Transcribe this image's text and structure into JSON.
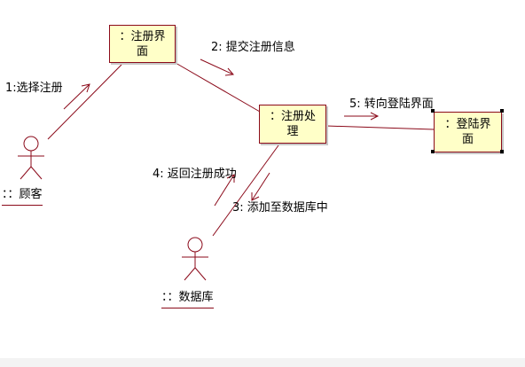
{
  "objects": {
    "register_ui": {
      "line1": "：注册界",
      "line2": "面"
    },
    "register_proc": {
      "line1": "：注册处",
      "line2": "理"
    },
    "login_ui": {
      "line1": "：登陆界",
      "line2": "面"
    }
  },
  "actors": {
    "customer": {
      "label": "：：顾客"
    },
    "database": {
      "label": "：：数据库"
    }
  },
  "messages": [
    {
      "text": "1:选择注册"
    },
    {
      "text": "2: 提交注册信息"
    },
    {
      "text": "3: 添加至数据库中"
    },
    {
      "text": "4: 返回注册成功"
    },
    {
      "text": "5: 转向登陆界面"
    }
  ],
  "colors": {
    "line": "#8b0a1a",
    "arrow": "#8b0a1a",
    "box_fill": "#ffffc8",
    "actor": "#8b0a1a"
  }
}
